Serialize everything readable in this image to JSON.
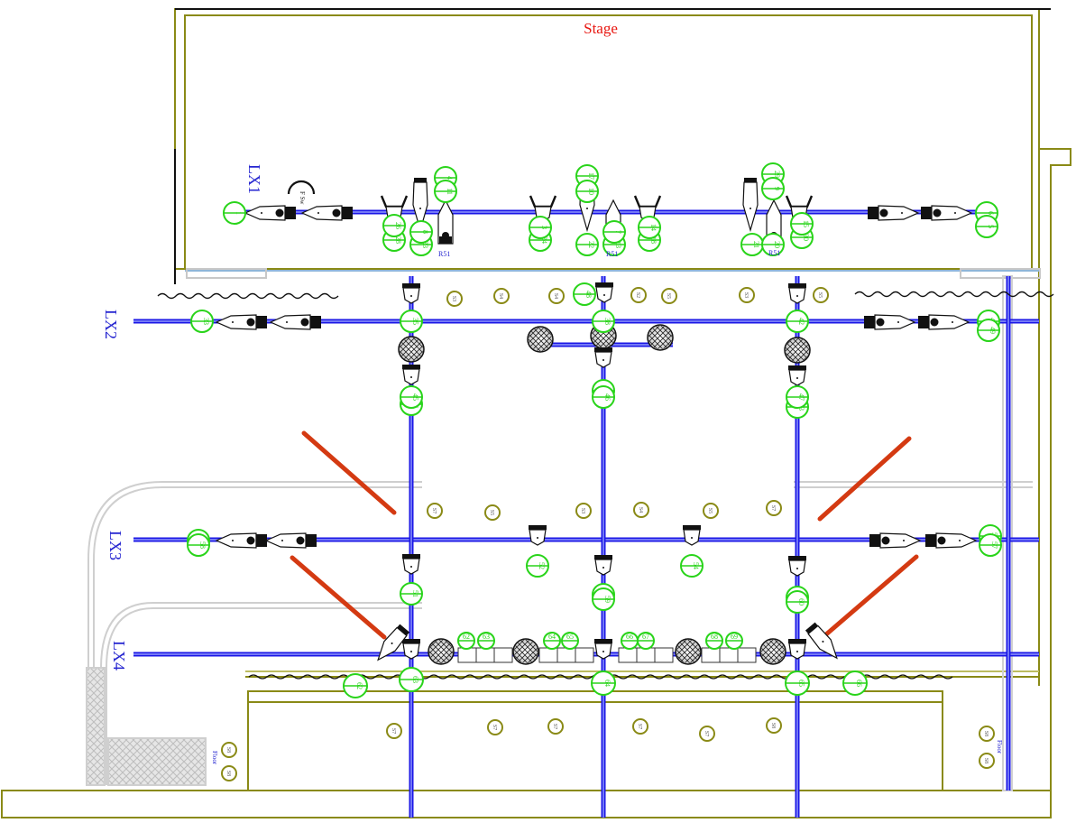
{
  "title": "Stage",
  "colors": {
    "title": "#e8150f",
    "pipe": "#1b17e6",
    "pipe_inner": "#aab4ff",
    "wall": "#8a8a16",
    "channel": "#29d41a",
    "boom": "#d43a12",
    "label_blue": "#2525d0"
  },
  "electrics": [
    {
      "id": "lx1",
      "label": "LX1"
    },
    {
      "id": "lx2",
      "label": "LX2"
    },
    {
      "id": "lx3",
      "label": "LX3"
    },
    {
      "id": "lx4",
      "label": "LX4"
    }
  ],
  "fixture_notes": {
    "lx1_tag_a": "R51",
    "lx1_tag_b": "R51",
    "lx1_tag_c": "R51",
    "lx1_curve_note": "F Sw"
  },
  "floor_labels": {
    "left": "Floor",
    "right": "Floor"
  },
  "channels": {
    "lx1": [
      "1",
      "28",
      "23",
      "4",
      "11",
      "24",
      "17",
      "10",
      "22",
      "13",
      "18",
      "29",
      "9",
      "21",
      "20",
      "30",
      "6",
      "5",
      "26",
      "3",
      "14",
      "15",
      "8",
      "7"
    ],
    "lx2": [
      "33",
      "35",
      "37",
      "38",
      "41",
      "42",
      "43",
      "44",
      "45",
      "46",
      "47",
      "48",
      "49"
    ],
    "lx3": [
      "50",
      "51",
      "52",
      "53",
      "54",
      "55",
      "56",
      "57",
      "58",
      "59",
      "60"
    ],
    "lx4": [
      "62",
      "63",
      "64",
      "65",
      "66",
      "67",
      "68",
      "69"
    ]
  },
  "circuits": {
    "lx2_row": [
      "S3",
      "S4",
      "S4",
      "S2",
      "S5",
      "S3",
      "S5"
    ],
    "lx3_row": [
      "S7",
      "S5",
      "S3",
      "S4",
      "S5",
      "S7"
    ],
    "front_row": [
      "S7",
      "S7",
      "S7",
      "S7",
      "S7",
      "S8"
    ],
    "floor_left": [
      "S8",
      "S8"
    ],
    "floor_right": [
      "S8",
      "S8"
    ]
  }
}
